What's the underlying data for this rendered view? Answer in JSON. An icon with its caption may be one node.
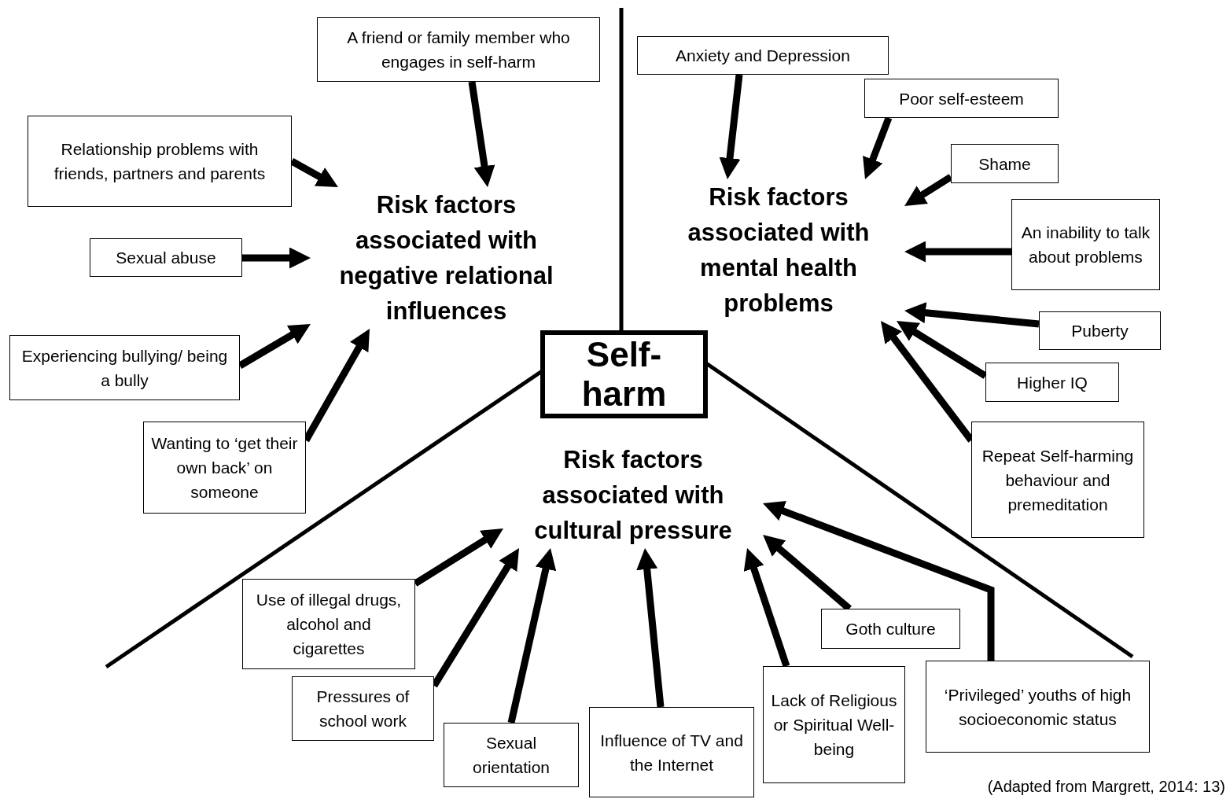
{
  "diagram": {
    "caption": "(Adapted from Margrett, 2014: 13)",
    "nodes": [
      {
        "text": [
          "Self- harm"
        ]
      },
      {
        "text": [
          "Risk factors associated with negative relational influences"
        ]
      },
      {
        "text": [
          "Risk factors associated with mental health problems"
        ]
      },
      {
        "text": [
          "Risk factors associated with cultural pressure"
        ]
      },
      {
        "text": [
          "A friend or family member who engages in self-harm"
        ]
      },
      {
        "text": [
          "Relationship problems with friends, partners and parents"
        ]
      },
      {
        "text": [
          "Sexual abuse"
        ]
      },
      {
        "text": [
          "Experiencing bullying/ being a bully"
        ]
      },
      {
        "text": [
          "Wanting to ‘get their own back’ on someone"
        ]
      },
      {
        "text": [
          "Anxiety and Depression"
        ]
      },
      {
        "text": [
          "Poor self-esteem"
        ]
      },
      {
        "text": [
          "Shame"
        ]
      },
      {
        "text": [
          "An inability to talk about problems"
        ]
      },
      {
        "text": [
          "Puberty"
        ]
      },
      {
        "text": [
          "Higher IQ"
        ]
      },
      {
        "text": [
          "Repeat Self-harming behaviour and premeditation"
        ]
      },
      {
        "text": [
          "Use of illegal drugs, alcohol and cigarettes"
        ]
      },
      {
        "text": [
          "Pressures of school work"
        ]
      },
      {
        "text": [
          "Sexual orientation"
        ]
      },
      {
        "text": [
          "Influence of TV and the Internet"
        ]
      },
      {
        "text": [
          "Lack of Religious or Spiritual Well-being"
        ]
      },
      {
        "text": [
          "Goth culture"
        ]
      },
      {
        "text": [
          "‘Privileged’ youths of high socioeconomic status"
        ]
      }
    ],
    "edges": [
      {
        "from": 4,
        "to": 1,
        "arrow": "to"
      },
      {
        "from": 5,
        "to": 1,
        "arrow": "to"
      },
      {
        "from": 6,
        "to": 1,
        "arrow": "to"
      },
      {
        "from": 7,
        "to": 1,
        "arrow": "to"
      },
      {
        "from": 8,
        "to": 1,
        "arrow": "to"
      },
      {
        "from": 9,
        "to": 2,
        "arrow": "to"
      },
      {
        "from": 10,
        "to": 2,
        "arrow": "to"
      },
      {
        "from": 11,
        "to": 2,
        "arrow": "to"
      },
      {
        "from": 12,
        "to": 2,
        "arrow": "to"
      },
      {
        "from": 13,
        "to": 2,
        "arrow": "to"
      },
      {
        "from": 14,
        "to": 2,
        "arrow": "to"
      },
      {
        "from": 15,
        "to": 2,
        "arrow": "to"
      },
      {
        "from": 16,
        "to": 3,
        "arrow": "to"
      },
      {
        "from": 17,
        "to": 3,
        "arrow": "to"
      },
      {
        "from": 18,
        "to": 3,
        "arrow": "to"
      },
      {
        "from": 19,
        "to": 3,
        "arrow": "to"
      },
      {
        "from": 20,
        "to": 3,
        "arrow": "to"
      },
      {
        "from": 21,
        "to": 3,
        "arrow": "to"
      },
      {
        "from": 22,
        "to": 3,
        "arrow": "to"
      }
    ]
  }
}
